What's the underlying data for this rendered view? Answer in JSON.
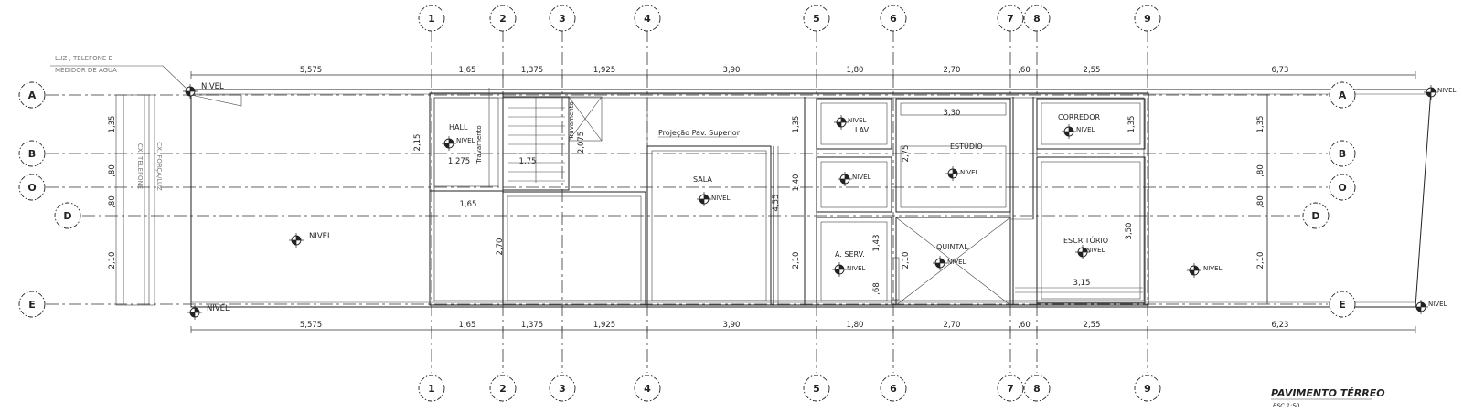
{
  "drawing": {
    "title": "PAVIMENTO TÉRREO",
    "scale": "ESC 1:50",
    "note_lines": [
      "LUZ , TELEFONE E",
      "MEDIDOR DE ÁGUA"
    ],
    "side_labels": [
      "CX. TELEFONE",
      "CX. FORÇA/LUZ"
    ],
    "stair_labels": [
      "Travamento",
      "Travamento"
    ],
    "projection_label": "Projeção Pav. Superior"
  },
  "grid": {
    "columns": [
      "1",
      "2",
      "3",
      "4",
      "5",
      "6",
      "7",
      "8",
      "9"
    ],
    "rows": [
      "A",
      "B",
      "O",
      "D",
      "E"
    ]
  },
  "dimensions": {
    "top": [
      "5,575",
      "1,65",
      "1,375",
      "1,925",
      "3,90",
      "1,80",
      "2,70",
      ",60",
      "2,55",
      "6,73"
    ],
    "bottom": [
      "5,575",
      "1,65",
      "1,375",
      "1,925",
      "3,90",
      "1,80",
      "2,70",
      ",60",
      "2,55",
      "6,23"
    ],
    "left_vertical": [
      "1,35",
      ",80",
      ",80",
      "2,10"
    ],
    "right_vertical": [
      "1,35",
      ",80",
      ",80",
      "2,10"
    ],
    "interior": [
      "2,15",
      "1,275",
      "1,75",
      "1,65",
      "2,70",
      "2,075",
      "3,30",
      "2,75",
      "1,35",
      "1,40",
      "4,55",
      "2,10",
      "1,43",
      "2,10",
      ",68",
      "3,50",
      "3,15",
      "1,35"
    ]
  },
  "rooms": [
    "HALL",
    "SALA",
    "LAV.",
    "ESTÚDIO",
    "CORREDOR",
    "A. SERV.",
    "QUINTAL",
    "ESCRITÓRIO"
  ],
  "level_label": "NIVEL"
}
